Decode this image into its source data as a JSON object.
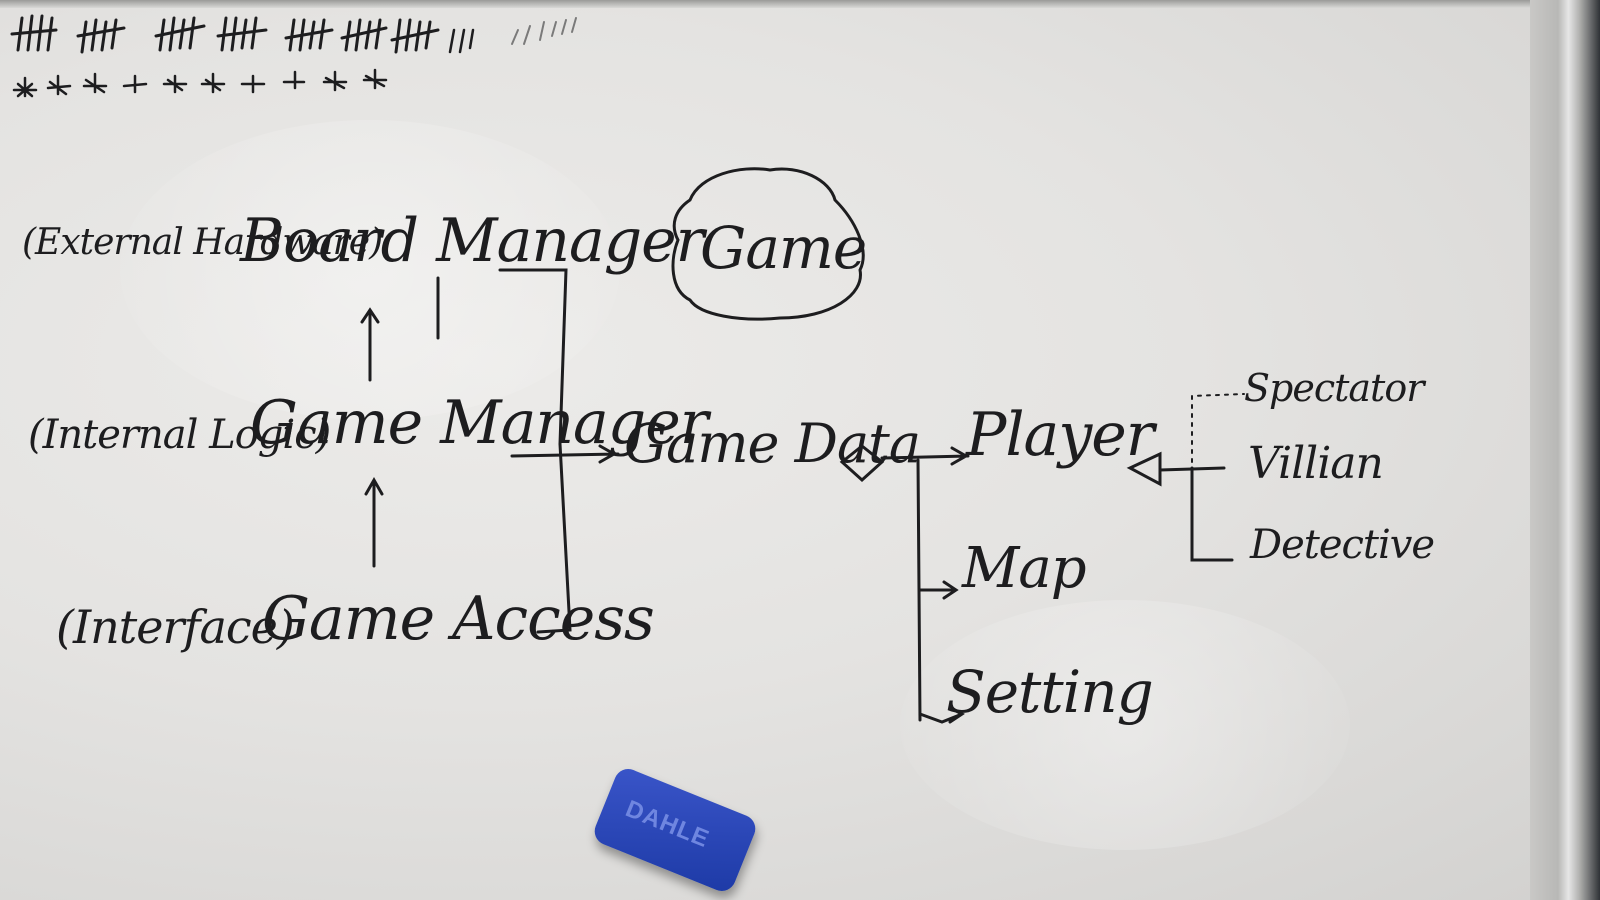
{
  "nodes": {
    "board_manager": {
      "prefix": "(External Hardware)",
      "name": "Board Manager"
    },
    "game_manager": {
      "prefix": "(Internal Logic)",
      "name": "Game Manager"
    },
    "game_access": {
      "prefix": "(Interface)",
      "name": "Game Access"
    },
    "game": "Game",
    "game_data": "Game Data",
    "player": "Player",
    "map": "Map",
    "setting": "Setting",
    "spectator": "Spectator",
    "villian": "Villian",
    "detective": "Detective"
  },
  "eraser_brand": "DAHLE",
  "colors": {
    "ink": "#1d1d1f",
    "board": "#e6e5e3",
    "eraser": "#1f3ea8"
  }
}
